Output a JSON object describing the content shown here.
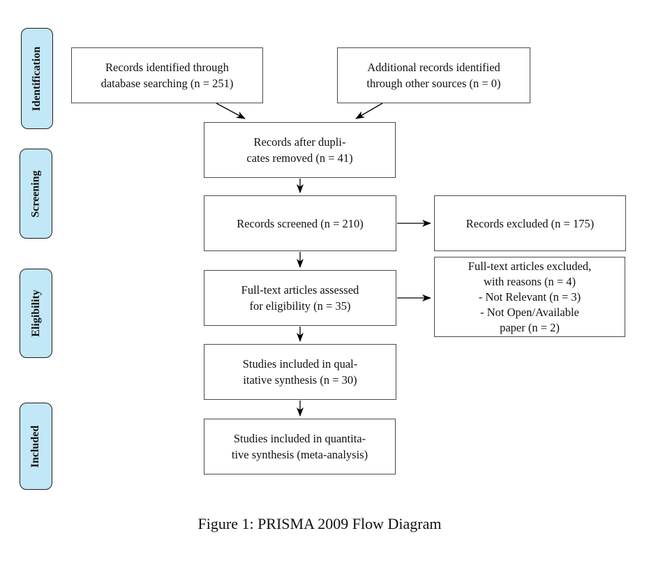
{
  "figure": {
    "caption": "Figure 1: PRISMA 2009 Flow Diagram"
  },
  "stages": [
    {
      "label": "Identification"
    },
    {
      "label": "Screening"
    },
    {
      "label": "Eligibility"
    },
    {
      "label": "Included"
    }
  ],
  "boxes": [
    {
      "name": "records-identified",
      "lines": [
        "Records identified through",
        "database searching (n = 251)"
      ]
    },
    {
      "name": "additional-records",
      "lines": [
        "Additional records identified",
        "through other sources (n = 0)"
      ]
    },
    {
      "name": "records-after-duplicates",
      "lines": [
        "Records after dupli-",
        "cates removed (n = 41)"
      ]
    },
    {
      "name": "records-screened",
      "lines": [
        "Records screened (n = 210)"
      ]
    },
    {
      "name": "records-excluded",
      "lines": [
        "Records excluded (n = 175)"
      ]
    },
    {
      "name": "fulltext-assessed",
      "lines": [
        "Full-text articles assessed",
        "for eligibility (n = 35)"
      ]
    },
    {
      "name": "fulltext-excluded",
      "lines": [
        "Full-text articles excluded,",
        "with reasons (n = 4)",
        "- Not Relevant (n = 3)",
        "- Not Open/Available",
        "paper (n = 2)"
      ]
    },
    {
      "name": "qualitative-synthesis",
      "lines": [
        "Studies included in qual-",
        "itative synthesis (n = 30)"
      ]
    },
    {
      "name": "quantitative-synthesis",
      "lines": [
        "Studies included in quantita-",
        "tive synthesis (meta-analysis)"
      ]
    }
  ],
  "colors": {
    "stage_fill": "#c2e7f6",
    "stage_border": "#1a1a1a",
    "box_border": "#4a4a4a",
    "arrow": "#000000",
    "text": "#111111",
    "background": "#ffffff"
  }
}
